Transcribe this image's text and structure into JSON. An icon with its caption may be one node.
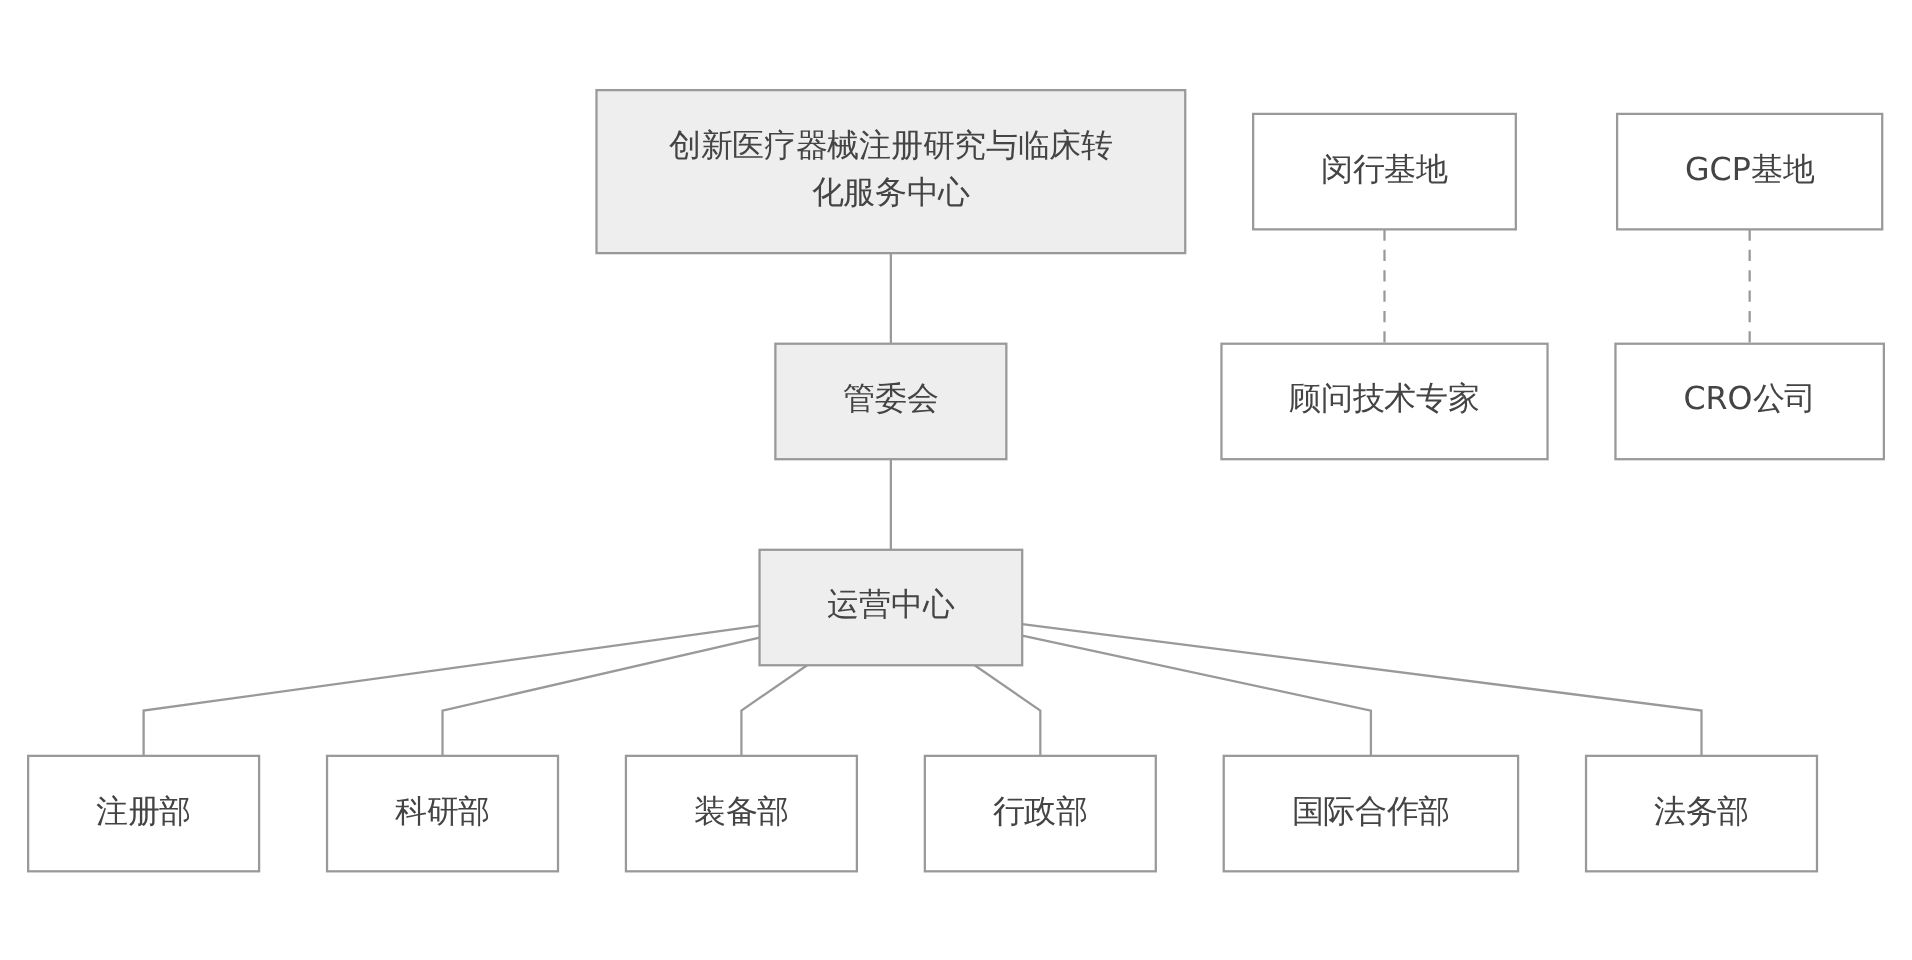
{
  "diagram": {
    "nodes": [
      {
        "text": [
          "创新医疗器械注册研究与临床转化服务中心"
        ]
      },
      {
        "text": [
          "管委会"
        ]
      },
      {
        "text": [
          "闵行基地"
        ]
      },
      {
        "text": [
          "顾问技术专家"
        ]
      },
      {
        "text": [
          "GCP基地"
        ]
      },
      {
        "text": [
          "CRO公司"
        ]
      },
      {
        "text": [
          "运营中心"
        ]
      },
      {
        "text": [
          "注册部"
        ]
      },
      {
        "text": [
          "科研部"
        ]
      },
      {
        "text": [
          "装备部"
        ]
      },
      {
        "text": [
          "行政部"
        ]
      },
      {
        "text": [
          "国际合作部"
        ]
      },
      {
        "text": [
          "法务部"
        ]
      }
    ],
    "edges": [
      {
        "from": 0,
        "to": 1,
        "arrow": "none"
      },
      {
        "from": 1,
        "to": 6,
        "arrow": "none"
      },
      {
        "from": 2,
        "to": 3,
        "arrow": "none",
        "style": "dashed"
      },
      {
        "from": 4,
        "to": 5,
        "arrow": "none",
        "style": "dashed"
      },
      {
        "from": 6,
        "to": 7,
        "arrow": "none"
      },
      {
        "from": 6,
        "to": 8,
        "arrow": "none"
      },
      {
        "from": 6,
        "to": 9,
        "arrow": "none"
      },
      {
        "from": 6,
        "to": 10,
        "arrow": "none"
      },
      {
        "from": 6,
        "to": 11,
        "arrow": "none"
      },
      {
        "from": 6,
        "to": 12,
        "arrow": "none"
      }
    ]
  }
}
